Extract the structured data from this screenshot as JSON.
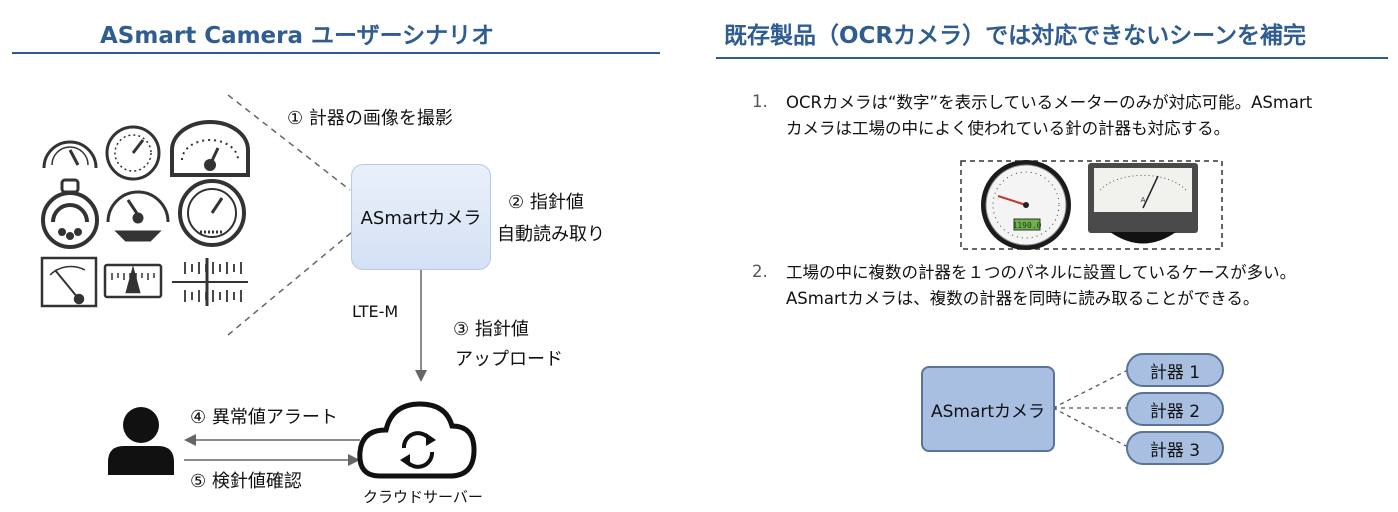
{
  "left": {
    "title": "ASmart Camera ユーザーシナリオ",
    "step1": "① 計器の画像を撮影",
    "camera_label": "ASmartカメラ",
    "step2_line1": "② 指針値",
    "step2_line2": "自動読み取り",
    "network": "LTE-M",
    "step3_line1": "③ 指針値",
    "step3_line2": "アップロード",
    "step4": "④ 異常値アラート",
    "step5": "⑤ 検針値確認",
    "cloud_label": "クラウドサーバー"
  },
  "right": {
    "title": "既存製品（OCRカメラ）では対応できないシーンを補完",
    "item1_num": "1.",
    "item1_line1": "OCRカメラは“数字”を表示しているメーターのみが対応可能。ASmart",
    "item1_line2": "カメラは工場の中によく使われている針の計器も対応する。",
    "item2_num": "2.",
    "item2_line1": "工場の中に複数の計器を１つのパネルに設置しているケースが多い。",
    "item2_line2": "ASmartカメラは、複数の計器を同時に読み取ることができる。",
    "camera_label": "ASmartカメラ",
    "meter1": "計器 1",
    "meter2": "計器 2",
    "meter3": "計器 3",
    "lcd_digits": "1190.0"
  },
  "colors": {
    "title": "#2f5d90",
    "camera_fill": "#a8bfe2"
  }
}
